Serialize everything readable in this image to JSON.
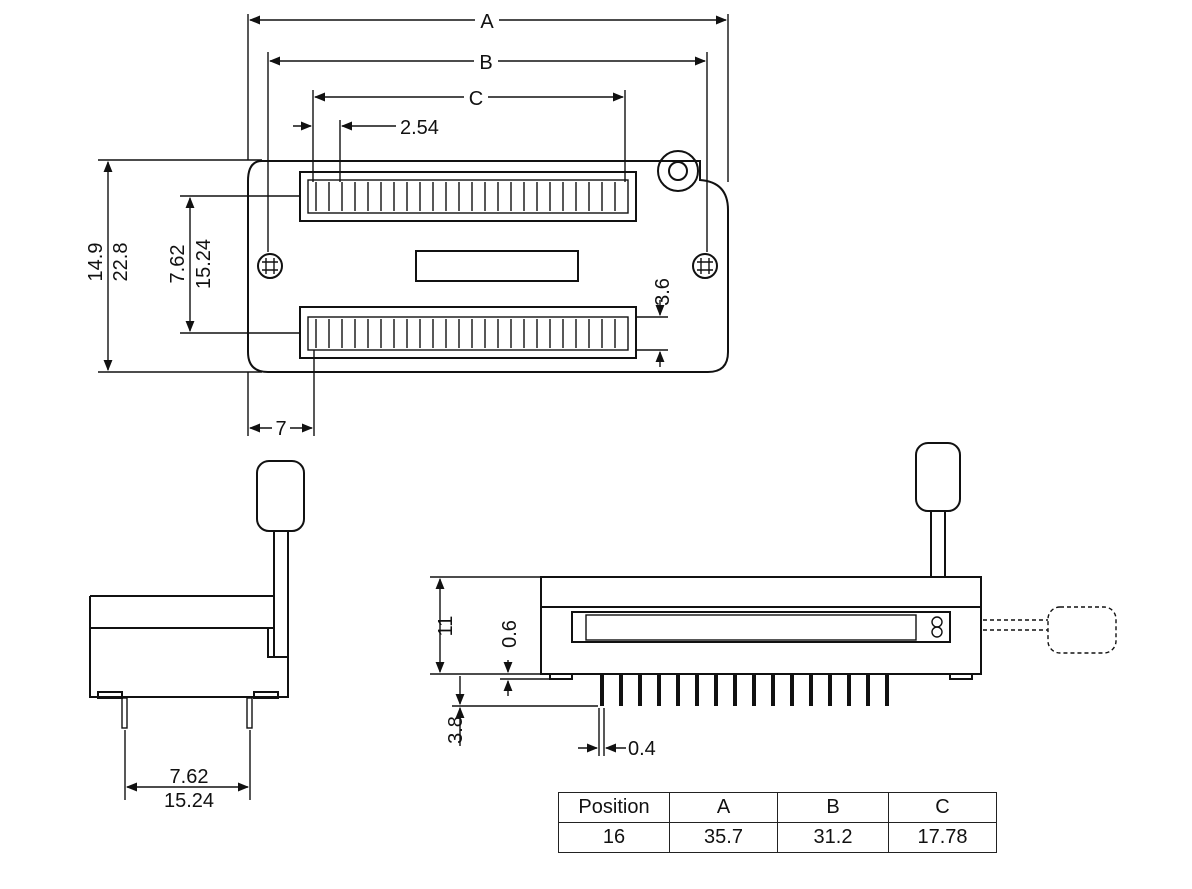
{
  "top_view": {
    "dim_A": "A",
    "dim_B": "B",
    "dim_C": "C",
    "dim_pitch": "2.54",
    "dim_height_inner": "14.9",
    "dim_height_outer": "22.8",
    "dim_row_spacing_1": "7.62",
    "dim_row_spacing_2": "15.24",
    "dim_slot_width": "3.6",
    "dim_left_offset": "7"
  },
  "side_view": {
    "dim_row_spacing_1": "7.62",
    "dim_row_spacing_2": "15.24"
  },
  "front_view": {
    "dim_height": "11",
    "dim_standoff": "0.6",
    "dim_pin_length": "3.8",
    "dim_pin_width": "0.4"
  },
  "table": {
    "headers": [
      "Position",
      "A",
      "B",
      "C"
    ],
    "rows": [
      [
        "16",
        "35.7",
        "31.2",
        "17.78"
      ]
    ]
  }
}
